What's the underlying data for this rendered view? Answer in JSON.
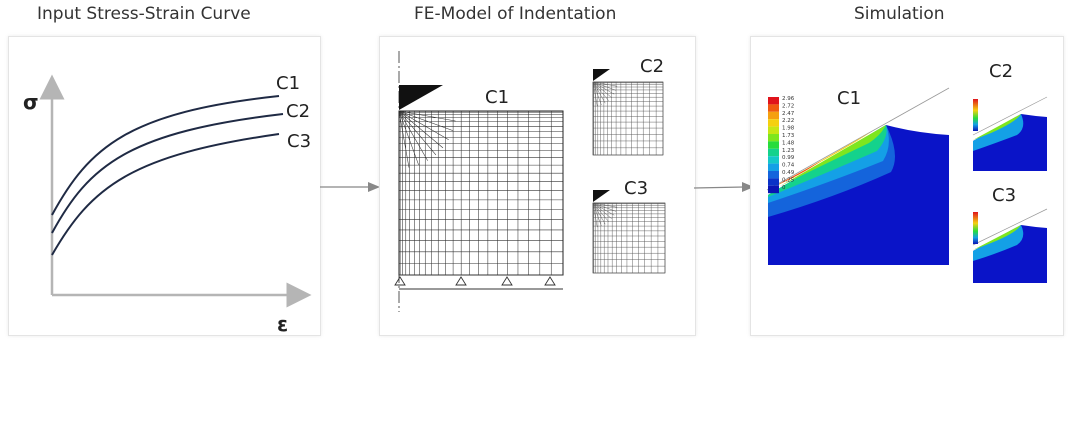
{
  "titles": {
    "input": "Input Stress-Strain Curve",
    "fe": "FE-Model of Indentation",
    "sim": "Simulation"
  },
  "axes": {
    "y": "σ",
    "x": "ε"
  },
  "curves": [
    "C1",
    "C2",
    "C3"
  ],
  "fe_labels": {
    "main": "C1",
    "small_top": "C2",
    "small_bottom": "C3"
  },
  "sim_labels": {
    "main": "C1",
    "small_top": "C2",
    "small_bottom": "C3"
  },
  "legend_values": [
    "2.96",
    "2.72",
    "2.47",
    "2.22",
    "1.98",
    "1.73",
    "1.48",
    "1.23",
    "0.99",
    "0.74",
    "0.49",
    "0.25",
    "0"
  ],
  "colors": {
    "curve": "#1f2a44",
    "arrow": "#888888",
    "axis": "#b5b5b5",
    "contour_blue": "#0a14c8",
    "legend": [
      "#e0141c",
      "#f05a10",
      "#f5a010",
      "#f5d010",
      "#c8e614",
      "#7ee61e",
      "#28dc3c",
      "#14d28c",
      "#14c8c8",
      "#14a0e6",
      "#1464dc",
      "#0a32c8",
      "#0a14b4"
    ]
  }
}
